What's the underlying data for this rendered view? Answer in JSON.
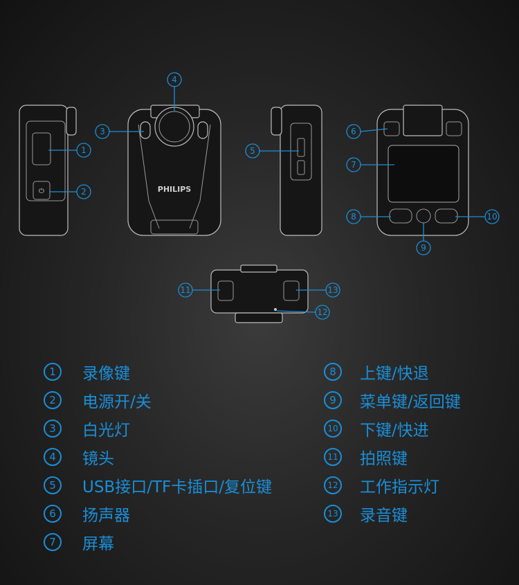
{
  "brand_logo": "PHILIPS",
  "callouts": [
    "1",
    "2",
    "3",
    "4",
    "5",
    "6",
    "7",
    "8",
    "9",
    "10",
    "11",
    "12",
    "13"
  ],
  "legend": [
    {
      "n": "1",
      "label": "录像键"
    },
    {
      "n": "2",
      "label": "电源开/关"
    },
    {
      "n": "3",
      "label": "白光灯"
    },
    {
      "n": "4",
      "label": "镜头"
    },
    {
      "n": "5",
      "label": "USB接口/TF卡插口/复位键"
    },
    {
      "n": "6",
      "label": "扬声器"
    },
    {
      "n": "7",
      "label": "屏幕"
    },
    {
      "n": "8",
      "label": "上键/快退"
    },
    {
      "n": "9",
      "label": "菜单键/返回键"
    },
    {
      "n": "10",
      "label": "下键/快进"
    },
    {
      "n": "11",
      "label": "拍照键"
    },
    {
      "n": "12",
      "label": "工作指示灯"
    },
    {
      "n": "13",
      "label": "录音键"
    }
  ],
  "accent": "#1a8fd8"
}
